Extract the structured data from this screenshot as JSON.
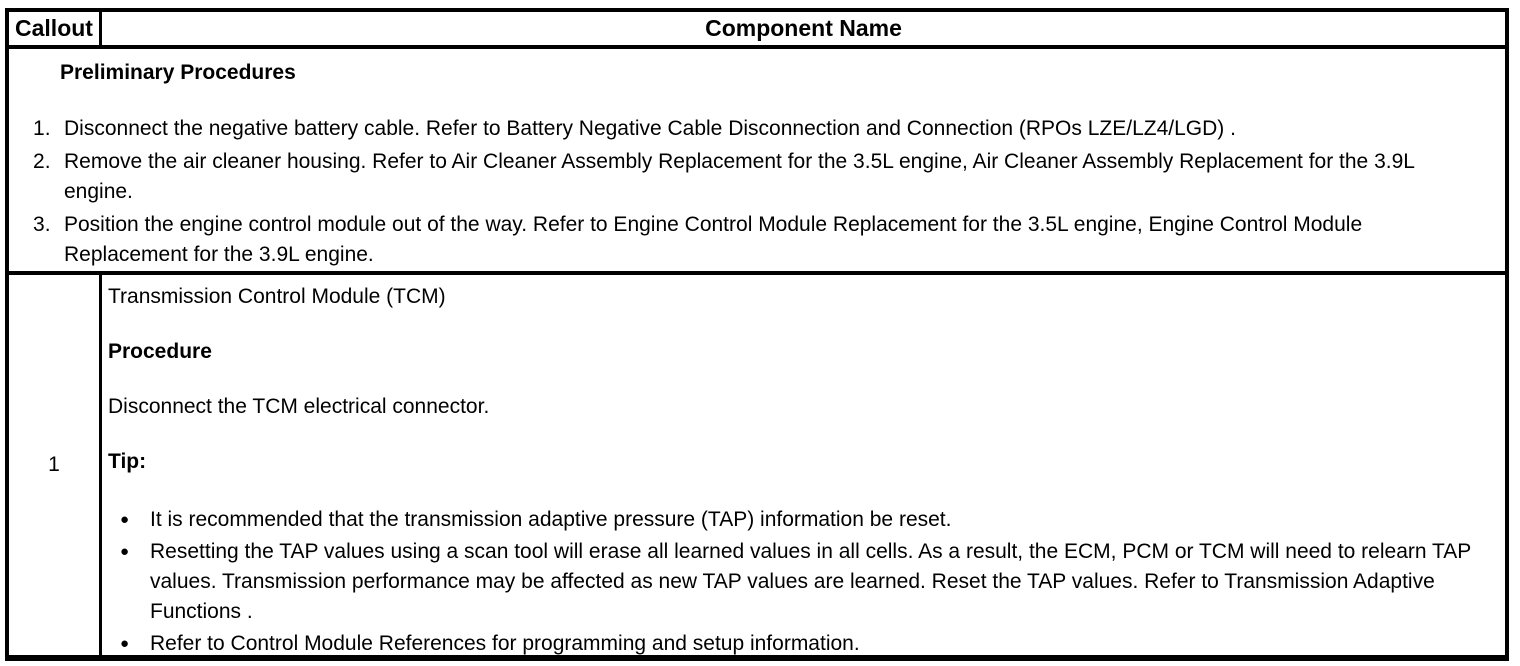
{
  "page": {
    "background_color": "#ffffff",
    "text_color": "#000000",
    "border_color": "#000000"
  },
  "table": {
    "header": {
      "callout_label": "Callout",
      "component_label": "Component Name"
    },
    "preliminary": {
      "title": "Preliminary Procedures",
      "steps": [
        "Disconnect the negative battery cable. Refer to Battery Negative Cable Disconnection and Connection (RPOs LZE/LZ4/LGD) .",
        "Remove the air cleaner housing. Refer to Air Cleaner Assembly Replacement for the 3.5L engine, Air Cleaner Assembly Replacement for the 3.9L engine.",
        "Position the engine control module out of the way. Refer to Engine Control Module Replacement for the 3.5L engine, Engine Control Module Replacement for the 3.9L engine."
      ]
    },
    "rows": [
      {
        "callout": "1",
        "component": "Transmission Control Module (TCM)",
        "procedure_label": "Procedure",
        "procedure_text": "Disconnect the TCM electrical connector.",
        "tip_label": "Tip:",
        "tips": [
          "It is recommended that the transmission adaptive pressure (TAP) information be reset.",
          "Resetting the TAP values using a scan tool will erase all learned values in all cells. As a result, the ECM, PCM or TCM will need to relearn TAP values. Transmission performance may be affected as new TAP values are learned. Reset the TAP values. Refer to Transmission Adaptive Functions .",
          "Refer to Control Module References for programming and setup information."
        ]
      }
    ]
  }
}
